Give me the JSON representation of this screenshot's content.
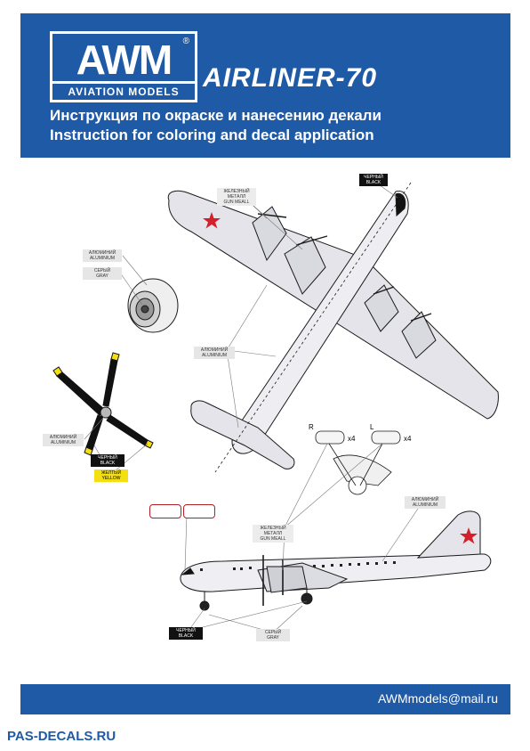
{
  "header": {
    "logo_main": "AWM",
    "logo_reg": "®",
    "logo_sub": "AVIATION MODELS",
    "title": "AIRLINER-70",
    "subtitle_ru": "Инструкция по окраске и нанесению декали",
    "subtitle_en": "Instruction for coloring and decal application"
  },
  "labels": {
    "black_top": {
      "ru": "ЧЕРНЫЙ",
      "en": "BLACK"
    },
    "gunmetal_top": {
      "ru": "ЖЕЛЕЗНЫЙ МЕТАЛЛ",
      "en": "GUN MEALL"
    },
    "aluminium_engine": {
      "ru": "АЛЮМИНИЙ",
      "en": "ALUMINIUM"
    },
    "gray_engine": {
      "ru": "СЕРЫЙ",
      "en": "GRAY"
    },
    "aluminium_wing": {
      "ru": "АЛЮМИНИЙ",
      "en": "ALUMINIUM"
    },
    "aluminium_prop": {
      "ru": "АЛЮМИНИЙ",
      "en": "ALUMINIUM"
    },
    "black_prop": {
      "ru": "ЧЕРНЫЙ",
      "en": "BLACK"
    },
    "yellow_prop": {
      "ru": "ЖЕЛТЫЙ",
      "en": "YELLOW"
    },
    "aluminium_side": {
      "ru": "АЛЮМИНИЙ",
      "en": "ALUMINIUM"
    },
    "gunmetal_side": {
      "ru": "ЖЕЛЕЗНЫЙ МЕТАЛЛ",
      "en": "GUN MEALL"
    },
    "black_bottom": {
      "ru": "ЧЕРНЫЙ",
      "en": "BLACK"
    },
    "gray_bottom": {
      "ru": "СЕРЫЙ",
      "en": "GRAY"
    }
  },
  "exhausts": {
    "right_tag": "R",
    "left_tag": "L",
    "right_count": "x4",
    "left_count": "x4"
  },
  "footer": {
    "email": "AWMmodels@mail.ru"
  },
  "watermark": "PAS-DECALS.RU",
  "colors": {
    "brand_blue": "#1f5aa6",
    "star_red": "#d4202a",
    "prop_yellow": "#f3df12"
  }
}
